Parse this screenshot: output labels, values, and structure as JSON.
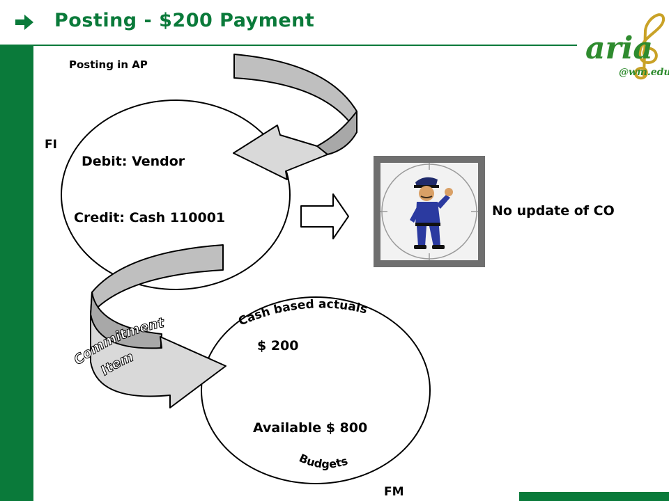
{
  "slide": {
    "title": "Posting -  $200 Payment"
  },
  "logo": {
    "word": "aria",
    "domain": "@wm.edu"
  },
  "diagram": {
    "posting_label": "Posting in AP",
    "fi_label": "FI",
    "debit": "Debit: Vendor",
    "credit": "Credit: Cash 110001",
    "result_label": "No update of CO",
    "arc_top": "Cash based actuals",
    "amount": "$ 200",
    "available": "Available $ 800",
    "arc_bottom": "Budgets",
    "commitment_line1": "Commitment",
    "commitment_line2": "Item",
    "fm_label": "FM"
  },
  "colors": {
    "brand_green": "#0a7a3a",
    "logo_green": "#2e8b2e",
    "logo_yellow": "#c9a227",
    "arrow_fill": "#d9d9d9",
    "police_frame": "#6f6f6f"
  },
  "icons": {
    "title_arrow": "right-arrow-icon",
    "police": "police-officer-stop-icon"
  }
}
